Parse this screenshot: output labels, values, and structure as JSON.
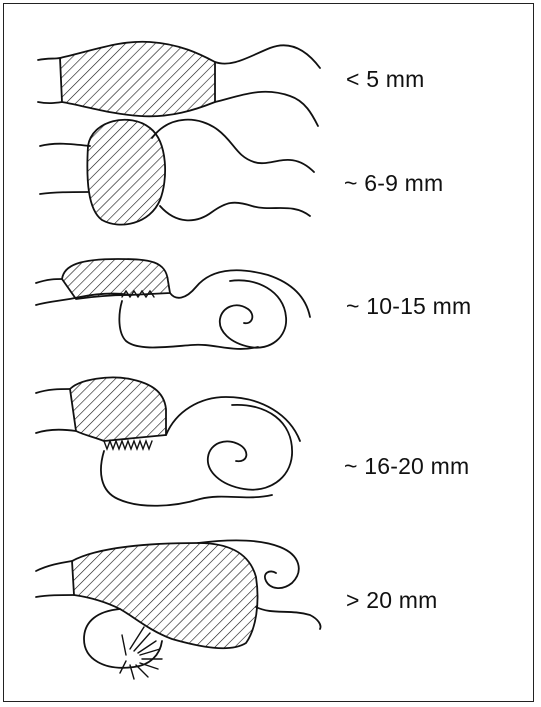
{
  "stages": [
    {
      "label": "< 5 mm"
    },
    {
      "label": "~ 6-9 mm"
    },
    {
      "label": "~ 10-15 mm"
    },
    {
      "label": "~ 16-20 mm"
    },
    {
      "label": "> 20 mm"
    }
  ],
  "colors": {
    "ink": "#111111",
    "background": "#ffffff"
  }
}
